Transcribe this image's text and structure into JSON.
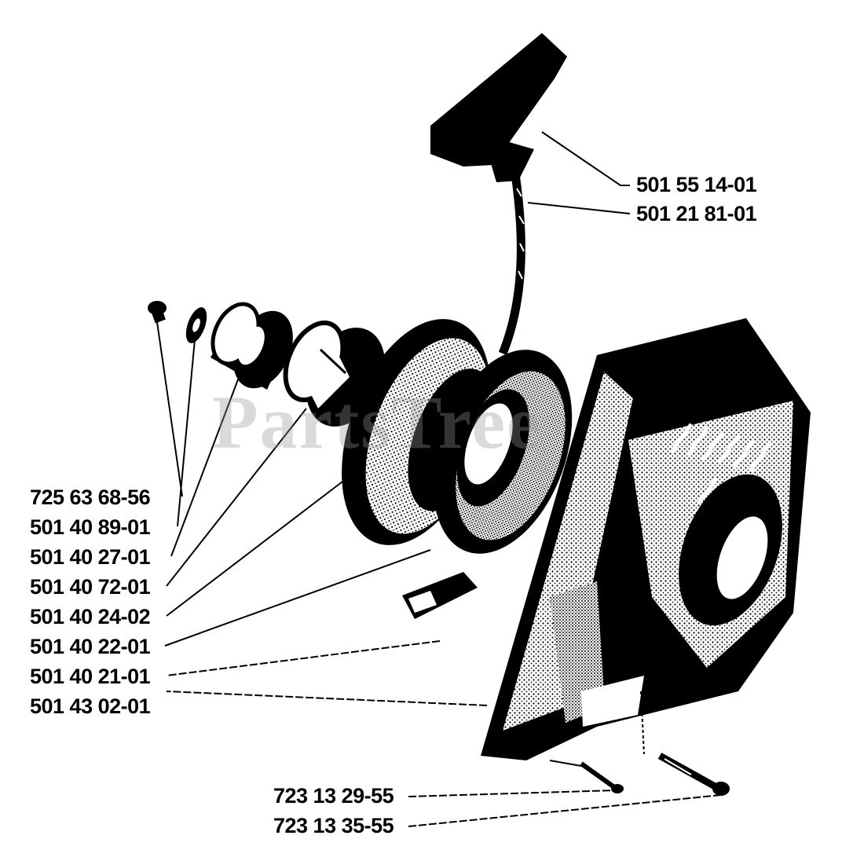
{
  "watermark": "PartsTree",
  "part_numbers": {
    "p_501551401": "501 55 14-01",
    "p_501218101": "501 21 81-01",
    "p_725636856": "725 63 68-56",
    "p_501408901": "501 40 89-01",
    "p_501402701": "501 40 27-01",
    "p_501407201": "501 40 72-01",
    "p_501402402": "501 40 24-02",
    "p_501402201": "501 40 22-01",
    "p_501402101": "501 40 21-01",
    "p_501430201": "501 43 02-01",
    "p_723132955": "723 13 29-55",
    "p_723133555": "723 13 35-55"
  },
  "colors": {
    "ink": "#000000",
    "paper": "#ffffff"
  }
}
